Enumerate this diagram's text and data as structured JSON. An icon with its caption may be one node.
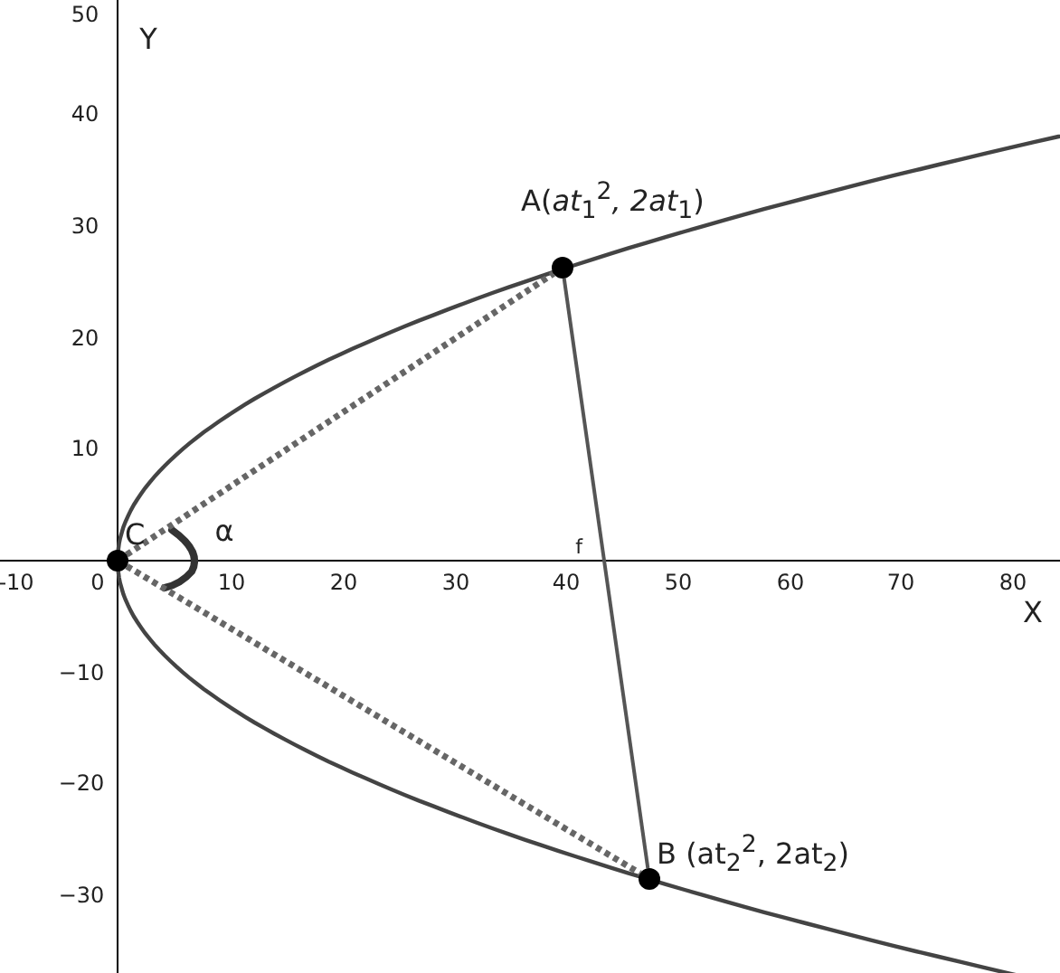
{
  "diagram": {
    "nodes": [
      {
        "text": [],
        "shape": "circle",
        "beside": [
          "A(*at*$_{1}$$^{2}$*, 2at*$_{1}$)"
        ]
      },
      {
        "text": [],
        "shape": "circle",
        "beside": [
          "B (at$_{2}$$^{2}$, 2at$_{2}$)"
        ]
      },
      {
        "text": [],
        "shape": "circle",
        "beside": [
          "C"
        ]
      }
    ],
    "edges": [
      {
        "from": 2,
        "to": 0,
        "arrow": "none",
        "style": "dashed"
      },
      {
        "from": 2,
        "to": 1,
        "arrow": "none",
        "style": "dashed"
      },
      {
        "from": 0,
        "to": 1,
        "arrow": "none"
      }
    ],
    "labels": [
      "50",
      "Y",
      "40",
      "30",
      "20",
      "10",
      "α",
      "-10",
      "0",
      "10",
      "20",
      "30",
      "40",
      "f",
      "50",
      "60",
      "70",
      "80",
      "X",
      "−10",
      "−20",
      "−30"
    ]
  }
}
